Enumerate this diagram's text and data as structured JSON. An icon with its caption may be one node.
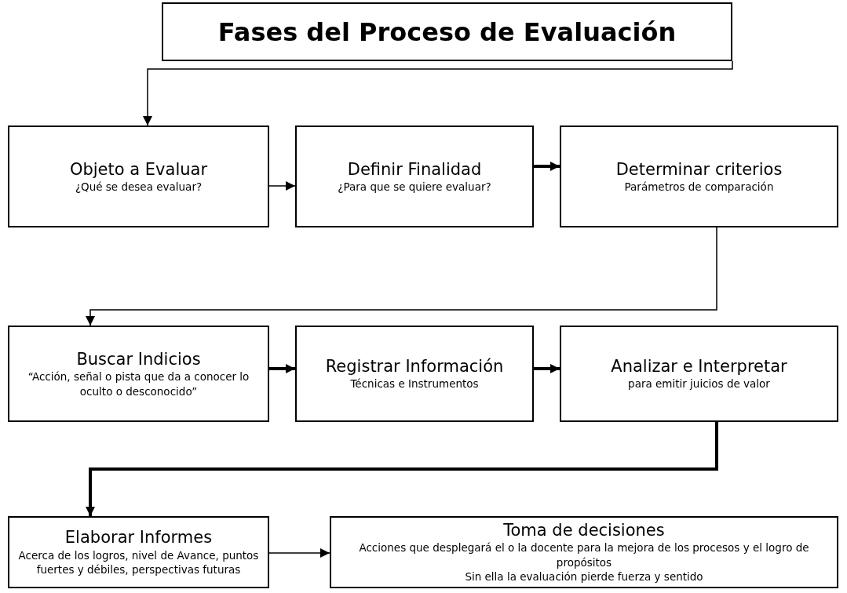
{
  "diagram": {
    "nodes": [
      {
        "text": [
          "Fases del Proceso de Evaluación"
        ]
      },
      {
        "text": [
          "Objeto a Evaluar",
          "¿Qué se desea evaluar?"
        ]
      },
      {
        "text": [
          "Definir Finalidad",
          "¿Para que se quiere evaluar?"
        ]
      },
      {
        "text": [
          "Determinar criterios",
          "Parámetros de comparación"
        ]
      },
      {
        "text": [
          "Buscar Indicios",
          "“Acción, señal o pista que da a conocer lo oculto o desconocido”"
        ]
      },
      {
        "text": [
          "Registrar Información",
          "Técnicas e Instrumentos"
        ]
      },
      {
        "text": [
          "Analizar e Interpretar",
          "para emitir juicios de valor"
        ]
      },
      {
        "text": [
          "Elaborar Informes",
          "Acerca de los logros, nivel de Avance, puntos fuertes y débiles, perspectivas futuras"
        ]
      },
      {
        "text": [
          "Toma de decisiones",
          "Acciones que desplegará el o la docente para la mejora de los procesos y el logro de propósitos",
          "Sin ella la evaluación pierde fuerza y sentido"
        ]
      }
    ],
    "edges": [
      {
        "from": 0,
        "to": 1,
        "arrow": "to"
      },
      {
        "from": 1,
        "to": 2,
        "arrow": "to"
      },
      {
        "from": 2,
        "to": 3,
        "arrow": "to",
        "style": "thick"
      },
      {
        "from": 3,
        "to": 4,
        "arrow": "to"
      },
      {
        "from": 4,
        "to": 5,
        "arrow": "to",
        "style": "thick"
      },
      {
        "from": 5,
        "to": 6,
        "arrow": "to",
        "style": "thick"
      },
      {
        "from": 6,
        "to": 7,
        "arrow": "to",
        "style": "thick"
      },
      {
        "from": 7,
        "to": 8,
        "arrow": "to"
      }
    ]
  }
}
